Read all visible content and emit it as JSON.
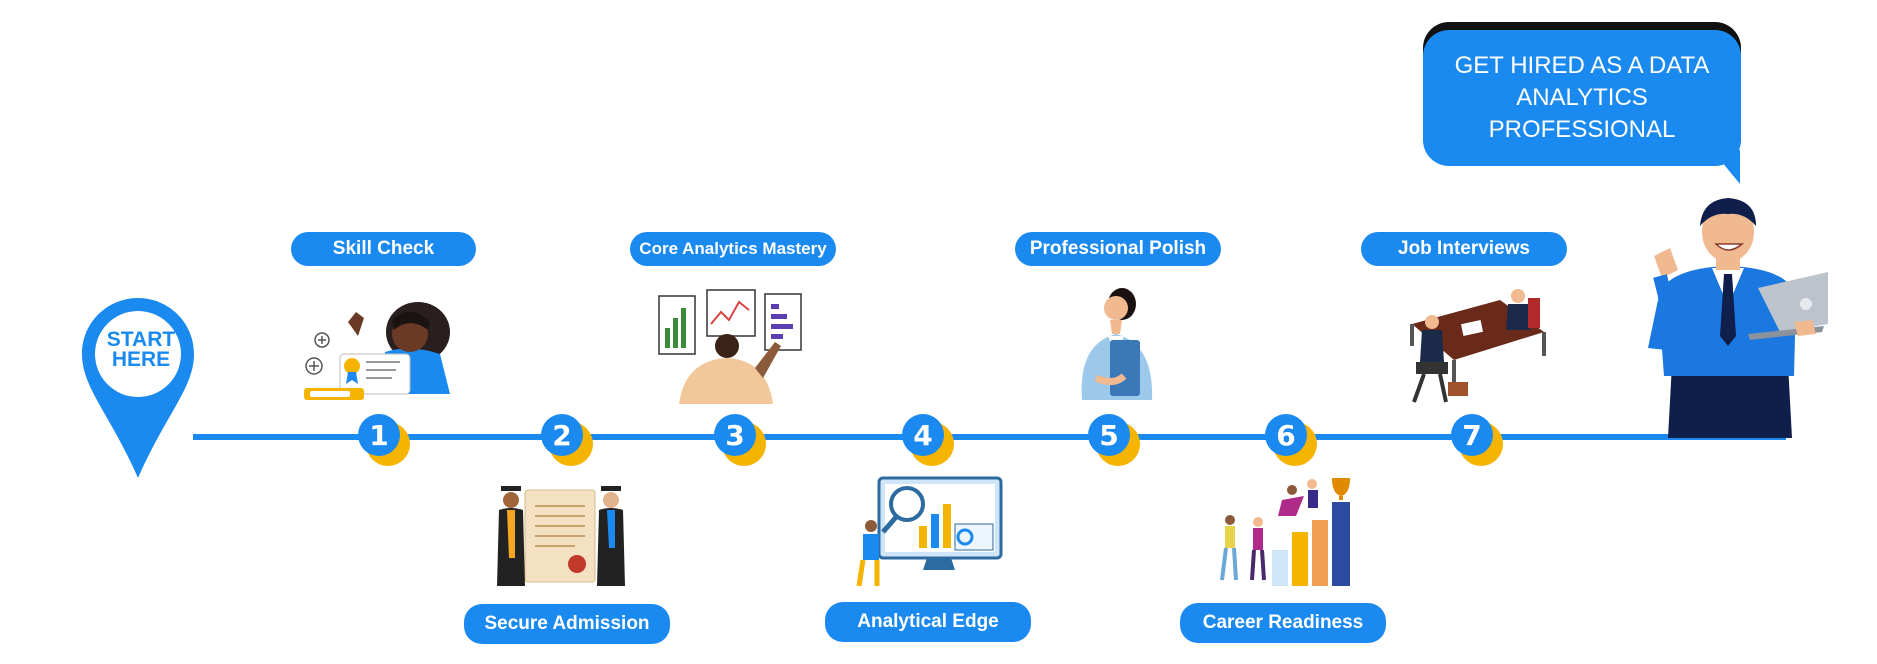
{
  "start": {
    "line1": "START",
    "line2": "HERE"
  },
  "goal": {
    "text": "GET HIRED AS A DATA ANALYTICS PROFESSIONAL"
  },
  "steps": [
    {
      "number": "1",
      "label": "Skill Check"
    },
    {
      "number": "2",
      "label": "Secure Admission"
    },
    {
      "number": "3",
      "label": "Core Analytics Mastery"
    },
    {
      "number": "4",
      "label": "Analytical Edge"
    },
    {
      "number": "5",
      "label": "Professional Polish"
    },
    {
      "number": "6",
      "label": "Career Readiness"
    },
    {
      "number": "7",
      "label": "Job Interviews"
    }
  ],
  "colors": {
    "primary": "#1a8af0",
    "accent": "#f5b400",
    "dark": "#111111"
  }
}
